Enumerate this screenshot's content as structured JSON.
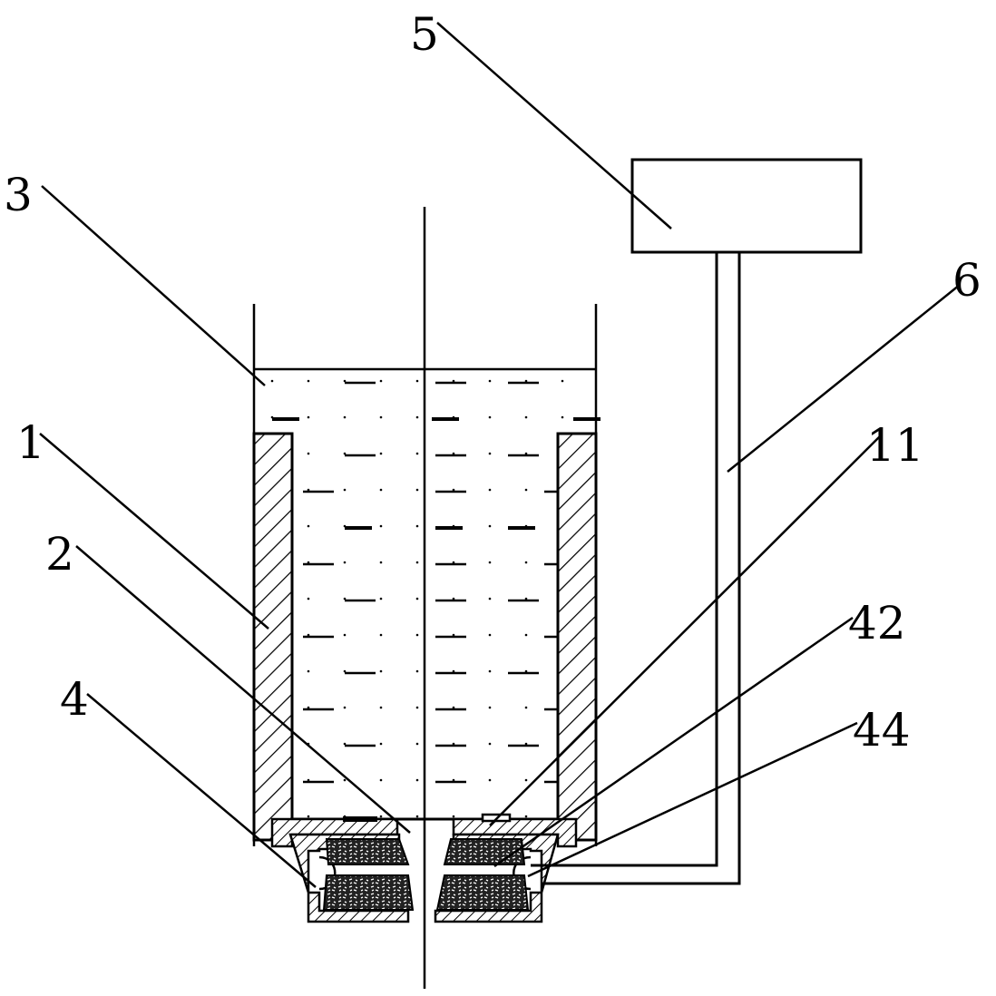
{
  "labels": {
    "l1": "1",
    "l2": "2",
    "l3": "3",
    "l4": "4",
    "l5": "5",
    "l6": "6",
    "l11": "11",
    "l42": "42",
    "l44": "44"
  },
  "colors": {
    "stroke": "#000000",
    "background": "#ffffff"
  }
}
